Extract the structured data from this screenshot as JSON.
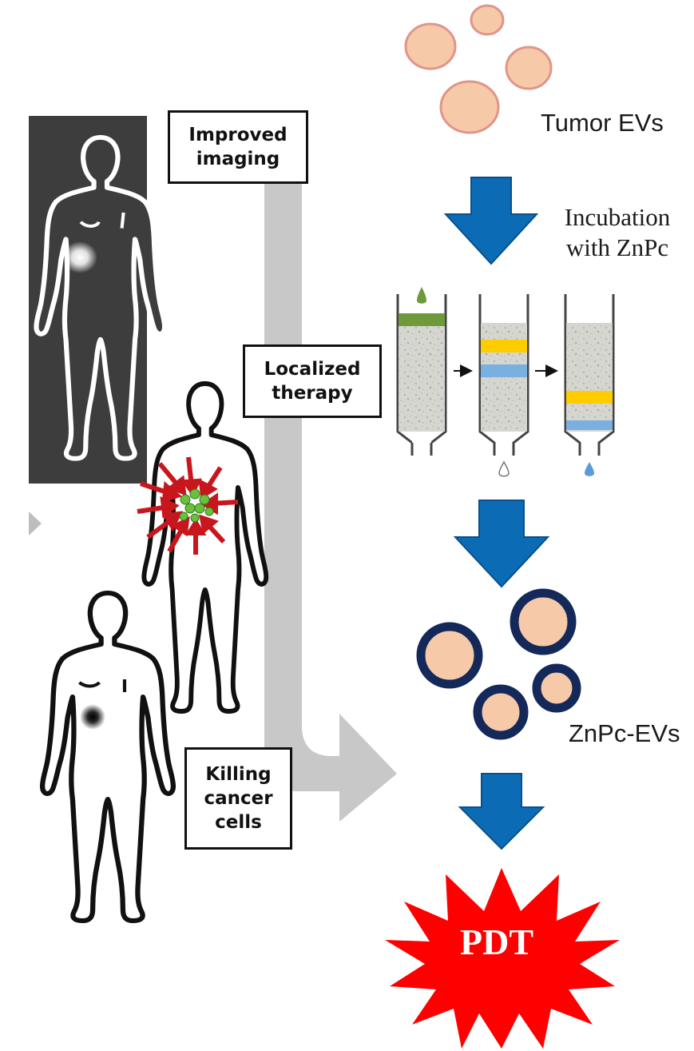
{
  "labels": {
    "improved_imaging": [
      "Improved",
      "imaging"
    ],
    "localized_therapy": [
      "Localized",
      "therapy"
    ],
    "killing_cancer_cells": [
      "Killing",
      "cancer",
      "cells"
    ],
    "tumor_evs": "Tumor EVs",
    "incubation": [
      "Incubation",
      "with ZnPc"
    ],
    "znpc_evs": "ZnPc-EVs",
    "pdt": "PDT"
  },
  "colors": {
    "flow_arrow": "#0b6cb5",
    "tumor_ev_fill": "#f6c9a8",
    "tumor_ev_stroke": "#e0958a",
    "znpc_ev_ring": "#14285a",
    "pdt_burst": "#ff0000",
    "gray_path": "#c8c8c8",
    "imaging_panel": "#3d3d3d",
    "therapy_arrows": "#c8161d",
    "nanoparticles": "#6abf3b",
    "column_band_yellow": "#ffcc00",
    "column_band_blue": "#7ab0e0",
    "column_band_green": "#6f9a3b"
  },
  "icons": [
    "human-silhouette-icon",
    "chromatography-column-icon",
    "down-arrow-icon",
    "starburst-icon"
  ]
}
